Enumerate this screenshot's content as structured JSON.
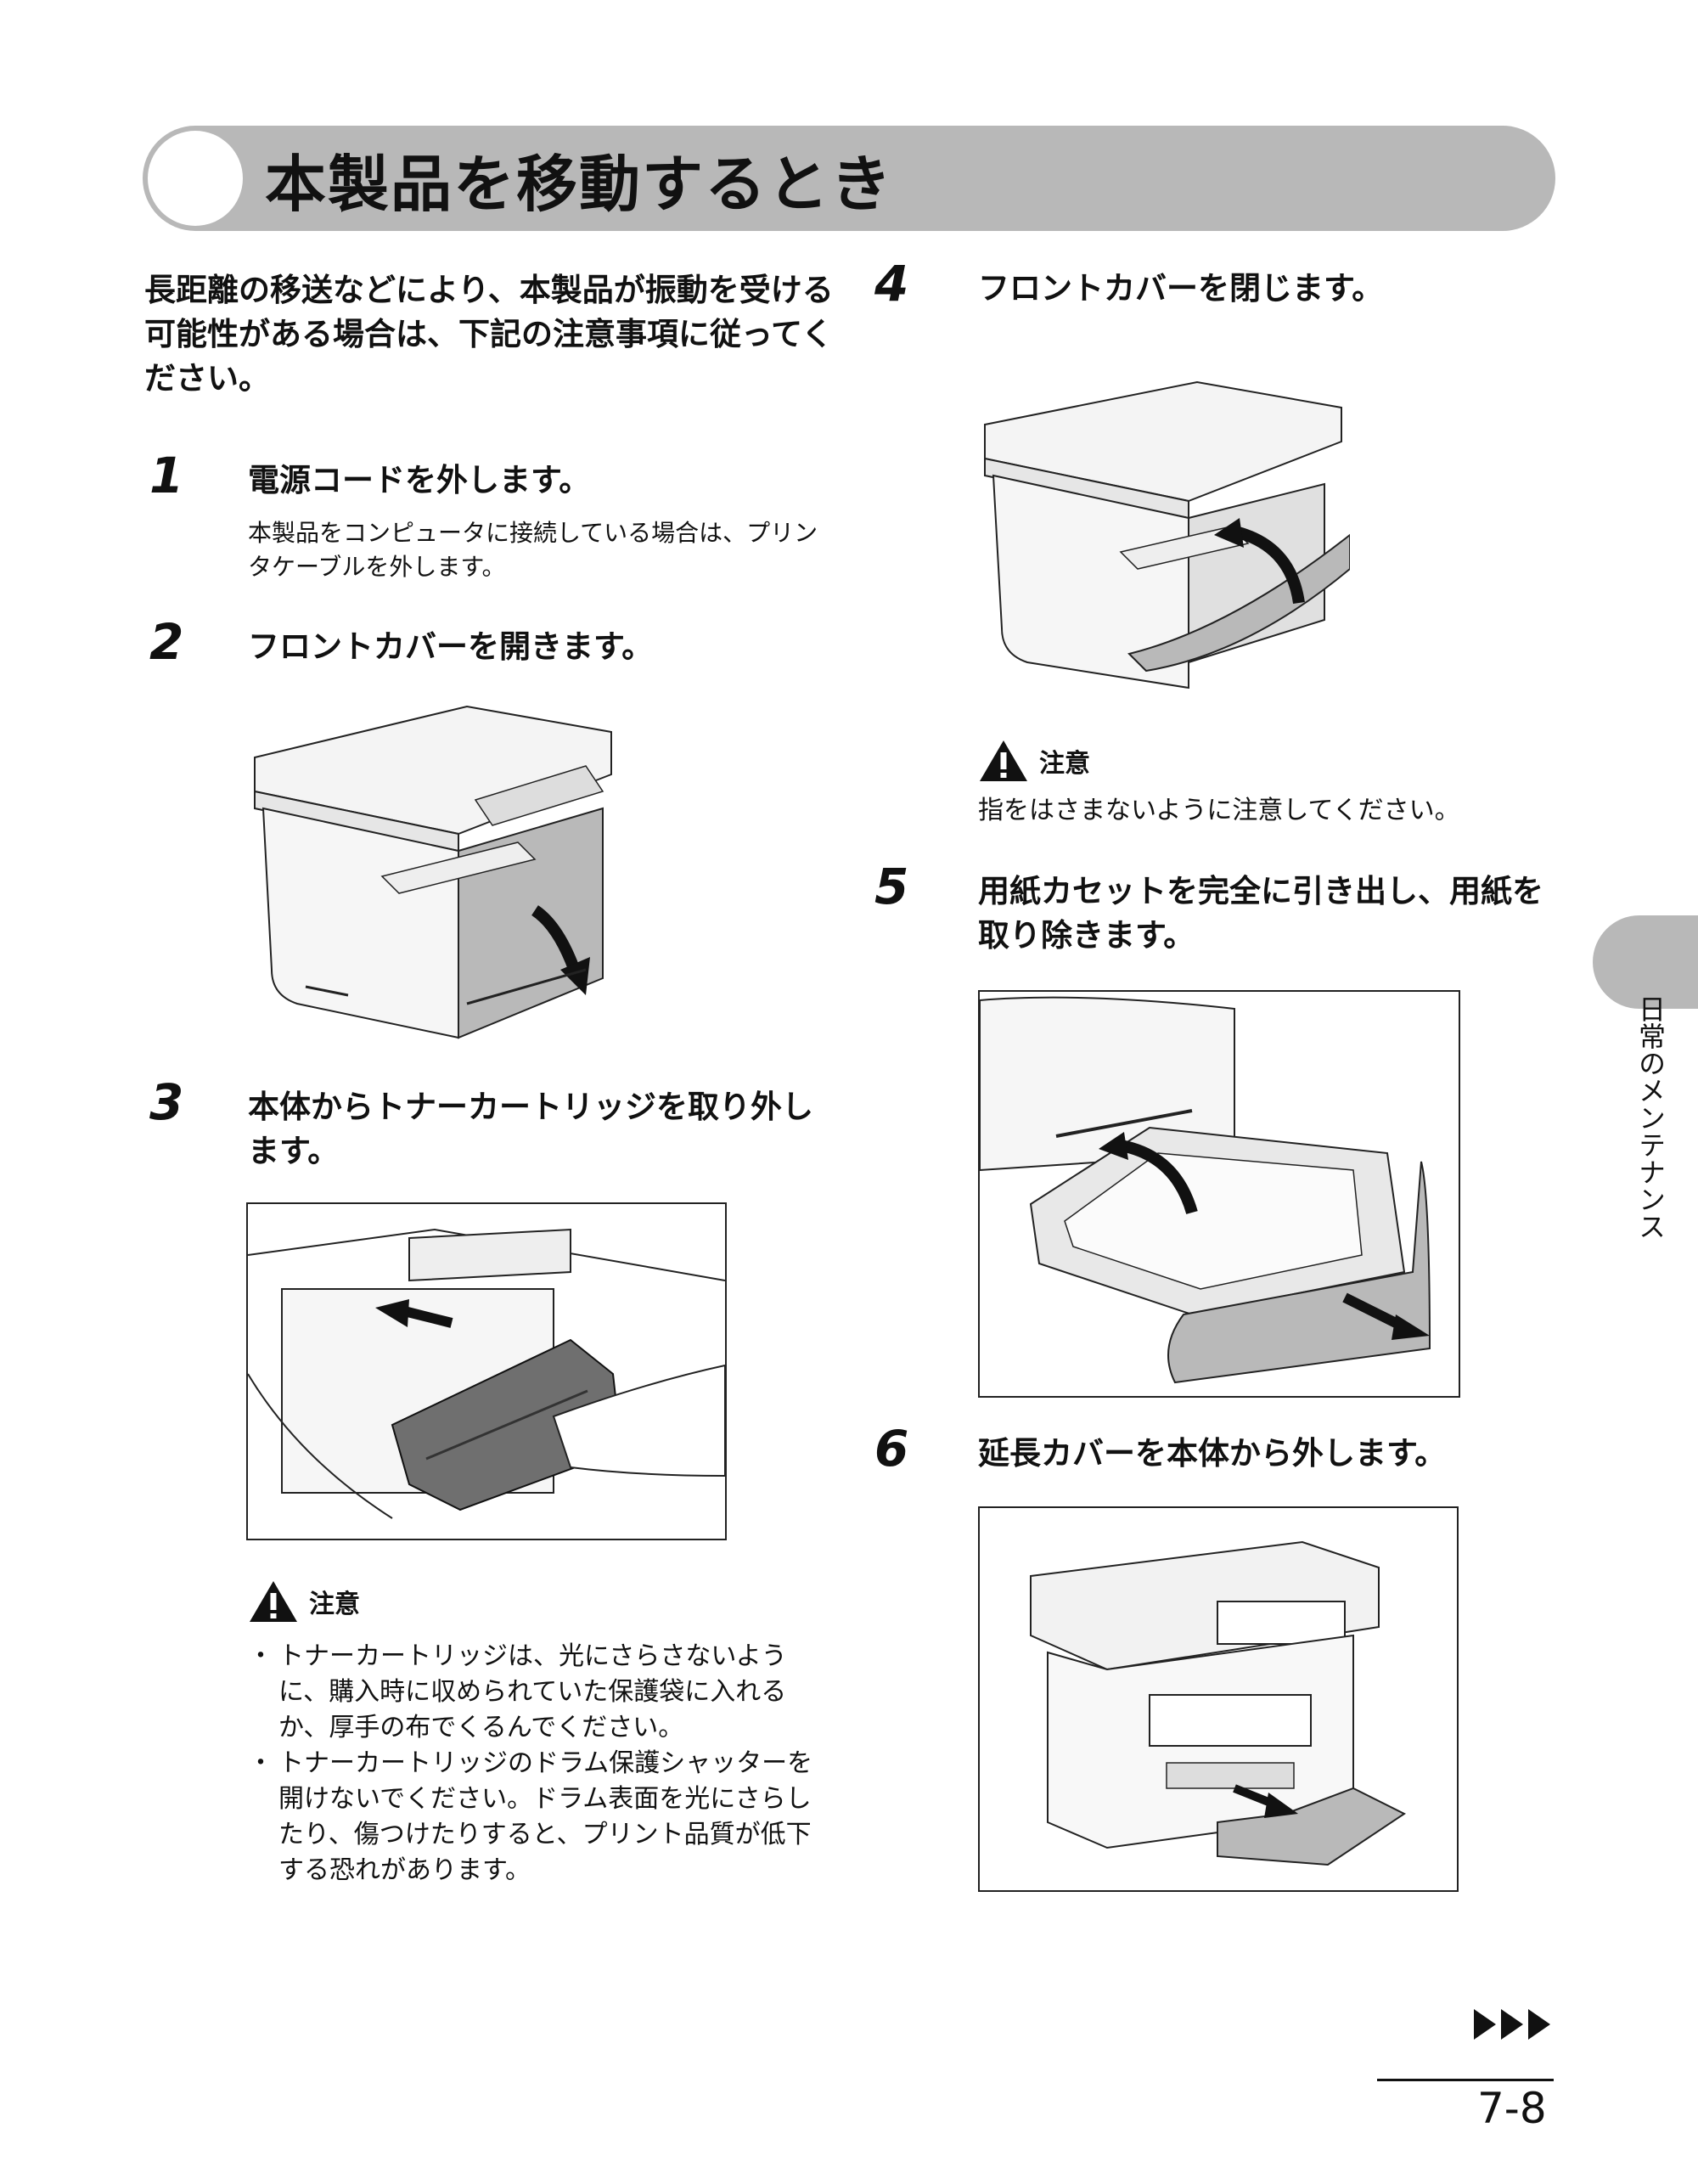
{
  "title": "本製品を移動するとき",
  "intro": "長距離の移送などにより、本製品が振動を受ける可能性がある場合は、下記の注意事項に従ってください。",
  "steps": [
    {
      "num": "1",
      "head": "電源コードを外します。",
      "sub": "本製品をコンピュータに接続している場合は、プリンタケーブルを外します。"
    },
    {
      "num": "2",
      "head": "フロントカバーを開きます。"
    },
    {
      "num": "3",
      "head": "本体からトナーカートリッジを取り外します。"
    },
    {
      "num": "4",
      "head": "フロントカバーを閉じます。"
    },
    {
      "num": "5",
      "head": "用紙カセットを完全に引き出し、用紙を取り除きます。"
    },
    {
      "num": "6",
      "head": "延長カバーを本体から外します。"
    }
  ],
  "caution_label": "注意",
  "caution_step3": [
    "トナーカートリッジは、光にさらさないように、購入時に収められていた保護袋に入れるか、厚手の布でくるんでください。",
    "トナーカートリッジのドラム保護シャッターを開けないでください。ドラム表面を光にさらしたり、傷つけたりすると、プリント品質が低下する恐れがあります。"
  ],
  "caution_step4": "指をはさまないように注意してください。",
  "side_tab": "日常のメンテナンス",
  "continue_icon": "triple-triangle-arrow",
  "page_number": "7-8"
}
